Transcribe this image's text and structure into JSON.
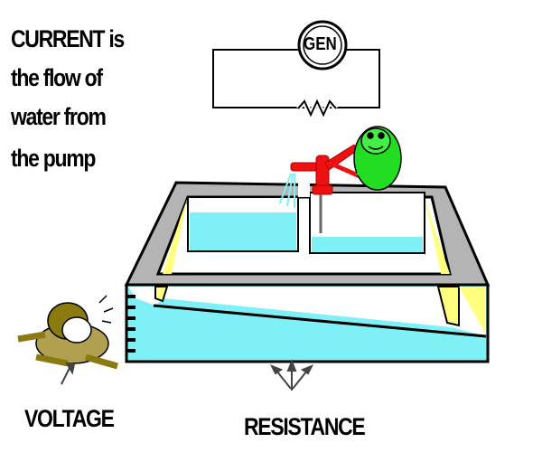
{
  "caption": {
    "lines": [
      "CURRENT is",
      "the flow of",
      "water from",
      "the pump"
    ]
  },
  "circuit": {
    "generator_label": "GEN"
  },
  "labels": {
    "voltage": "VOLTAGE",
    "resistance": "RESISTANCE"
  },
  "colors": {
    "water": "#7ff0f5",
    "frame": "#b4b4b4",
    "pump": "#ee1111",
    "green_character": "#22dd22",
    "olive_character": "#8a7a10",
    "wall": "#ffff80"
  }
}
